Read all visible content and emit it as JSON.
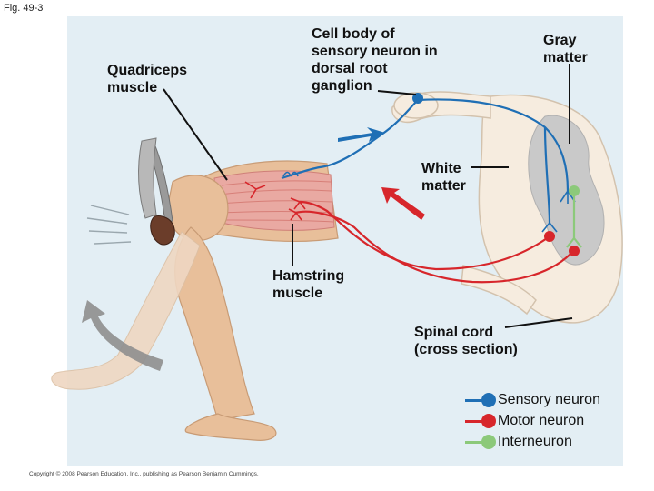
{
  "figure_label": "Fig. 49-3",
  "labels": {
    "quadriceps": "Quadriceps\nmuscle",
    "cell_body": "Cell body of\nsensory neuron in\ndorsal root\nganglion",
    "gray_matter": "Gray\nmatter",
    "white_matter": "White\nmatter",
    "hamstring": "Hamstring\nmuscle",
    "spinal_cord": "Spinal cord\n(cross section)"
  },
  "legend": [
    {
      "label": "Sensory neuron",
      "color": "#1f6fb5"
    },
    {
      "label": "Motor neuron",
      "color": "#d7262b"
    },
    {
      "label": "Interneuron",
      "color": "#8cc97a"
    }
  ],
  "copyright": "Copyright © 2008 Pearson Education, Inc., publishing as Pearson Benjamin Cummings.",
  "colors": {
    "background": "#e3eef4",
    "skin": "#e8bf9a",
    "gray_matter": "#c9c9c9",
    "white_matter": "#f6ecdf",
    "muscle": "#e9a9a2"
  }
}
